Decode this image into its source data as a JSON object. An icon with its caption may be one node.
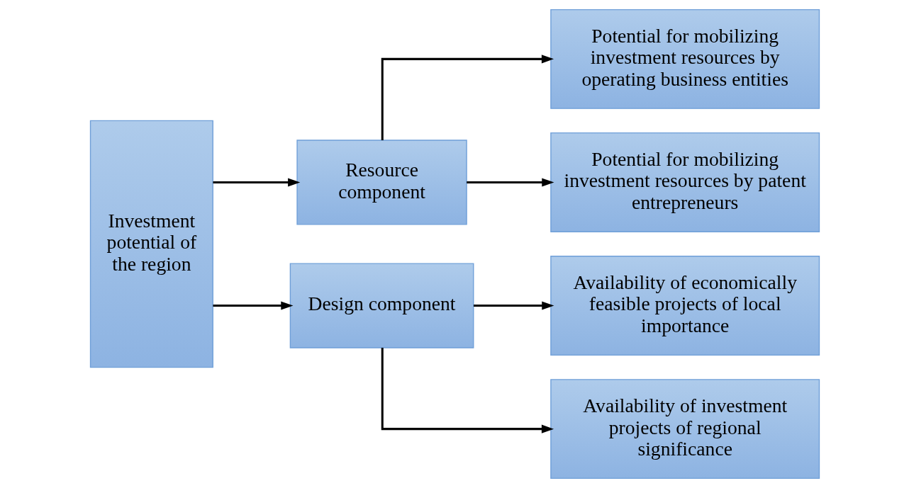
{
  "diagram": {
    "nodes": [
      {
        "text": [
          "Investment potential of the region"
        ]
      },
      {
        "text": [
          "Resource component"
        ]
      },
      {
        "text": [
          "Design component"
        ]
      },
      {
        "text": [
          "Potential for mobilizing investment resources by operating business entities"
        ]
      },
      {
        "text": [
          "Potential for mobilizing investment resources by patent entrepreneurs"
        ]
      },
      {
        "text": [
          "Availability of economically feasible projects of local importance"
        ]
      },
      {
        "text": [
          "Availability of investment projects of regional significance"
        ]
      }
    ],
    "edges": [
      {
        "from": 0,
        "to": 1,
        "arrow": "to"
      },
      {
        "from": 0,
        "to": 2,
        "arrow": "to"
      },
      {
        "from": 1,
        "to": 3,
        "arrow": "to"
      },
      {
        "from": 1,
        "to": 4,
        "arrow": "to"
      },
      {
        "from": 2,
        "to": 5,
        "arrow": "to"
      },
      {
        "from": 2,
        "to": 6,
        "arrow": "to"
      }
    ]
  }
}
